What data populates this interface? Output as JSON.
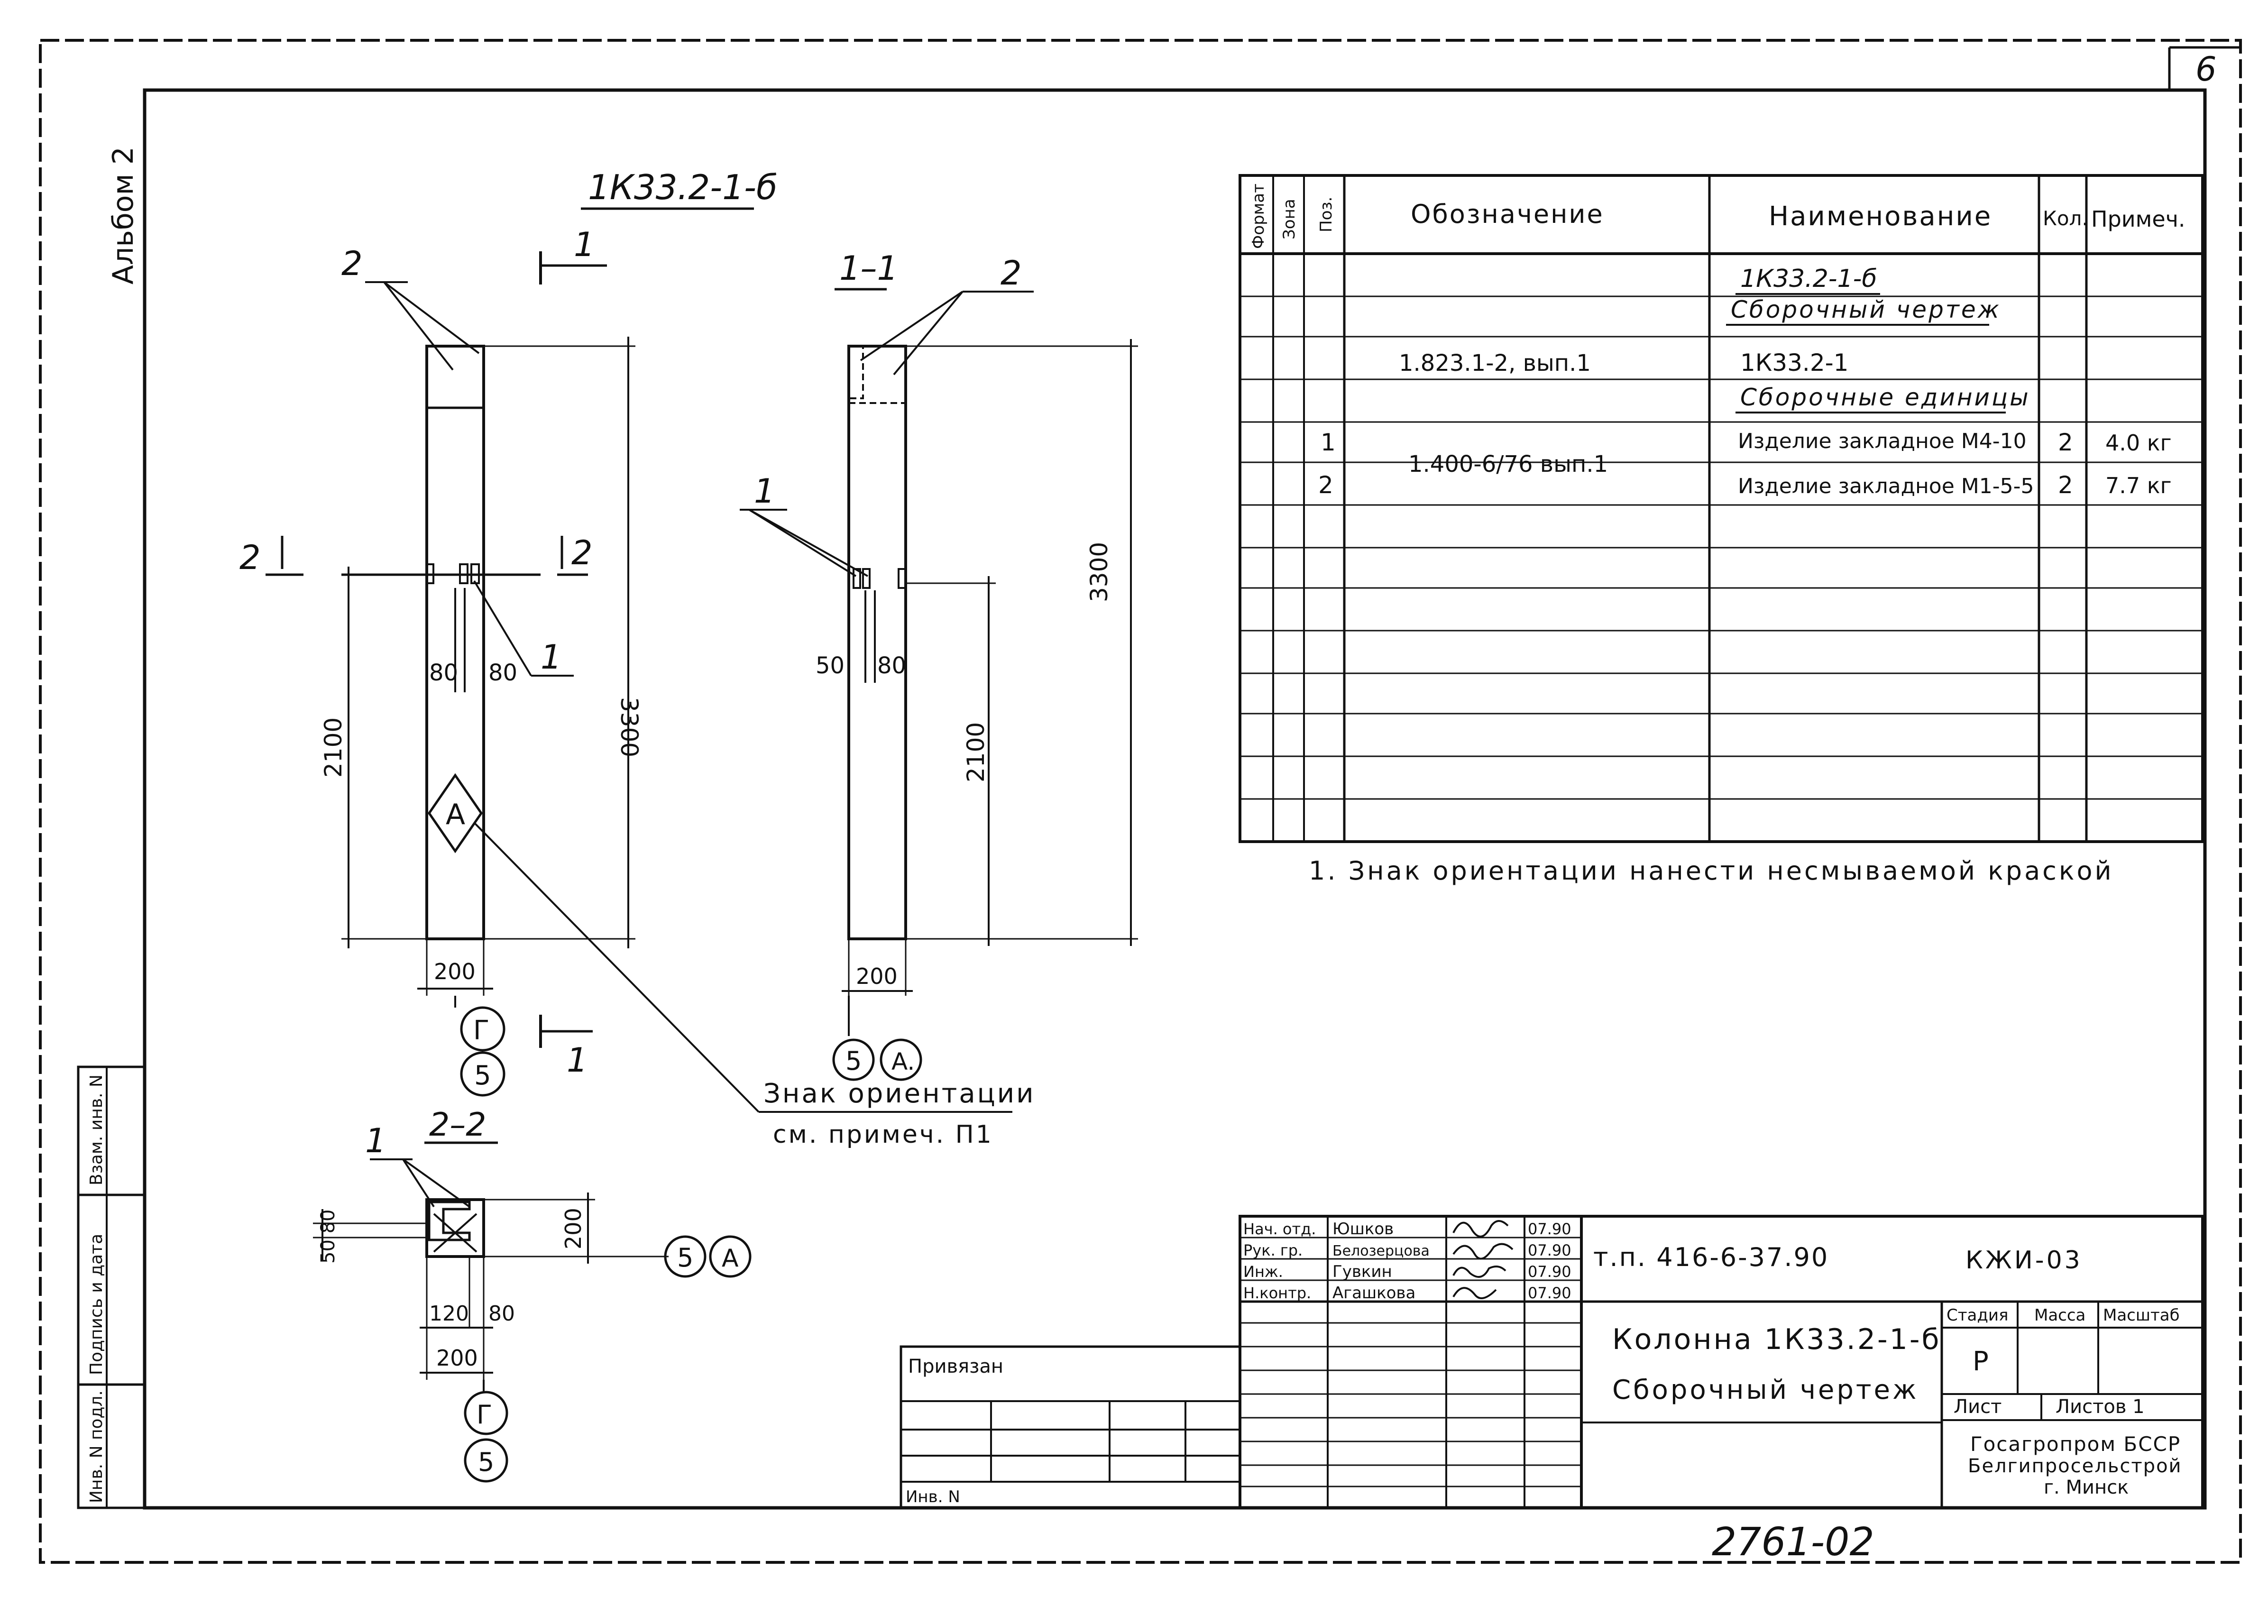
{
  "sheet": {
    "corner_number": "6",
    "album": "Альбом 2",
    "main_title": "1К33.2-1-б"
  },
  "views": {
    "section_1_label": "1–1",
    "section_2_label": "2–2",
    "cut_mark_1": "1",
    "cut_mark_2": "2",
    "pos_1": "1",
    "pos_2": "2",
    "dim_3300": "3300",
    "dim_2100": "2100",
    "dim_80": "80",
    "dim_50": "50",
    "dim_200": "200",
    "dim_120": "120",
    "dim_50_80": "50 80",
    "orient_letter": "A",
    "axis_g": "Г",
    "axis_5": "5",
    "axis_a": "A.",
    "axis_a2": "A",
    "orient_note_line1": "Знак ориентации",
    "orient_note_line2": "см. примеч. П1"
  },
  "spec": {
    "headers": {
      "format": "Формат",
      "zone": "Зона",
      "pos": "Поз.",
      "designation": "Обозначение",
      "name": "Наименование",
      "qty": "Кол.",
      "note": "Примеч."
    },
    "rows": [
      {
        "designation": "",
        "name": "1К33.2-1-б",
        "pos": "",
        "qty": "",
        "note": ""
      },
      {
        "designation": "",
        "name": "Сборочный чертеж",
        "pos": "",
        "qty": "",
        "note": ""
      },
      {
        "designation": "1.823.1-2, вып.1",
        "name": "1К33.2-1",
        "pos": "",
        "qty": "",
        "note": ""
      },
      {
        "designation": "",
        "name": "Сборочные единицы",
        "pos": "",
        "qty": "",
        "note": ""
      },
      {
        "designation": "1.400-6/76 вып.1",
        "name": "Изделие закладное М4-10",
        "pos": "1",
        "qty": "2",
        "note": "4.0 кг"
      },
      {
        "designation": "",
        "name": "Изделие закладное М1-5-5",
        "pos": "2",
        "qty": "2",
        "note": "7.7 кг"
      }
    ]
  },
  "note": "1. Знак ориентации нанести несмываемой краской",
  "title_block": {
    "code": "т.п. 416-6-37.90",
    "mark": "КЖИ-03",
    "roles": [
      "Нач. отд.",
      "Рук. гр.",
      "Инж.",
      "Н.контр."
    ],
    "names": [
      "Юшков",
      "Белозерцова",
      "Гувкин",
      "Агашкова"
    ],
    "dates": [
      "07.90",
      "07.90",
      "07.90",
      "07.90"
    ],
    "title_line1": "Колонна 1К33.2-1-б",
    "title_line2": "Сборочный чертеж",
    "stage_label": "Стадия",
    "mass_label": "Масса",
    "scale_label": "Масштаб",
    "stage_value": "Р",
    "sheet_label": "Лист",
    "sheets_label": "Листов 1",
    "org_line1": "Госагропром БССР",
    "org_line2": "Белгипросельстрой",
    "org_line3": "г. Минск",
    "privyazan": "Привязан",
    "inv_no": "Инв. N",
    "stamp_number": "2761-02"
  },
  "side_stamp": {
    "vzam_inv": "Взам. инв. N",
    "podpis_data": "Подпись и дата",
    "inv_podl": "Инв. N подл."
  }
}
